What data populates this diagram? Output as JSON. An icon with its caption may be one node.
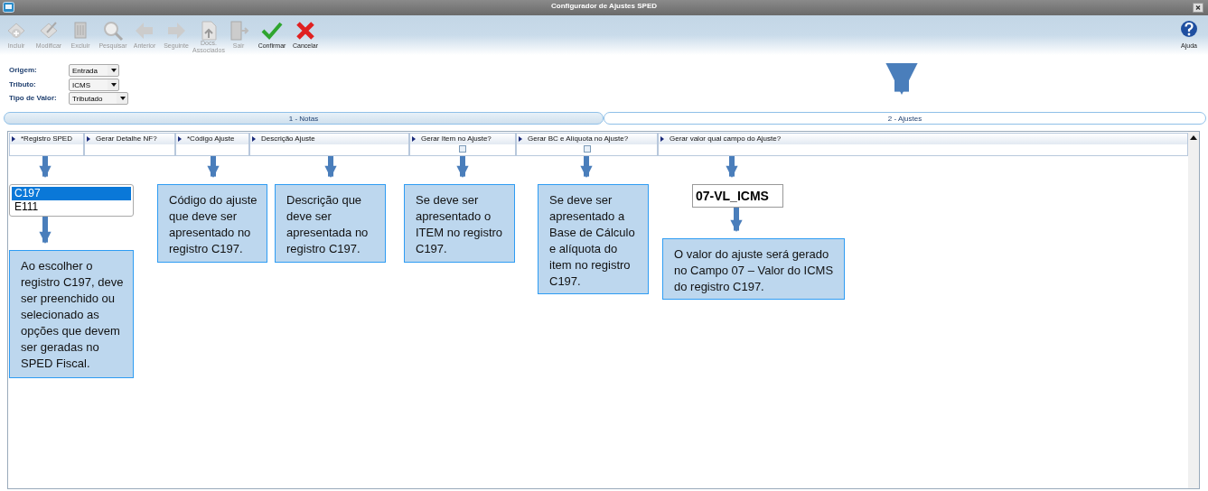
{
  "diagram": {
    "title": "Configurador de Ajustes SPED",
    "nodes": [
      {
        "text": [
          "1 - Notas"
        ]
      },
      {
        "text": [
          "2 - Ajustes"
        ]
      },
      {
        "text": [
          "*Registro SPED"
        ]
      },
      {
        "text": [
          "Gerar Detalhe NF?"
        ]
      },
      {
        "text": [
          "*Código Ajuste"
        ]
      },
      {
        "text": [
          "Descrição Ajuste"
        ]
      },
      {
        "text": [
          "Gerar Item no Ajuste?"
        ]
      },
      {
        "text": [
          "Gerar BC e Alíquota no Ajuste?"
        ]
      },
      {
        "text": [
          "Gerar valor qual campo do Ajuste?"
        ]
      },
      {
        "text": [
          "C197",
          "E111"
        ]
      },
      {
        "text": [
          "Ao escolher o registro C197, deve ser preenchido ou selecionado as opções que devem ser geradas no SPED Fiscal."
        ]
      },
      {
        "text": [
          "Código do ajuste que deve ser apresentado no registro C197."
        ]
      },
      {
        "text": [
          "Descrição que deve ser apresentada no registro C197."
        ]
      },
      {
        "text": [
          "Se deve ser apresentado o ITEM no registro C197."
        ]
      },
      {
        "text": [
          "Se deve ser apresentado a Base de Cálculo e alíquota do item no registro C197."
        ]
      },
      {
        "text": [
          "07-VL_ICMS"
        ]
      },
      {
        "text": [
          "O valor do ajuste será gerado no Campo 07 – Valor do ICMS do registro C197."
        ]
      }
    ],
    "edges": [
      {
        "from": null,
        "to": 1,
        "arrow": "to",
        "style": "thick"
      },
      {
        "from": 2,
        "to": 9,
        "arrow": "to"
      },
      {
        "from": 9,
        "to": 10,
        "arrow": "to"
      },
      {
        "from": 4,
        "to": 11,
        "arrow": "to"
      },
      {
        "from": 5,
        "to": 12,
        "arrow": "to"
      },
      {
        "from": 6,
        "to": 13,
        "arrow": "to"
      },
      {
        "from": 7,
        "to": 14,
        "arrow": "to"
      },
      {
        "from": 8,
        "to": 15,
        "arrow": "to"
      },
      {
        "from": 15,
        "to": 16,
        "arrow": "to"
      }
    ],
    "labels": [
      "Incluir",
      "Modificar",
      "Excluir",
      "Pesquisar",
      "Anterior",
      "Seguinte",
      "Docs. Associados",
      "Sair",
      "Confirmar",
      "Cancelar",
      "Ajuda",
      "Origem:",
      "Entrada",
      "Tributo:",
      "ICMS",
      "Tipo de Valor:",
      "Tributado"
    ]
  }
}
